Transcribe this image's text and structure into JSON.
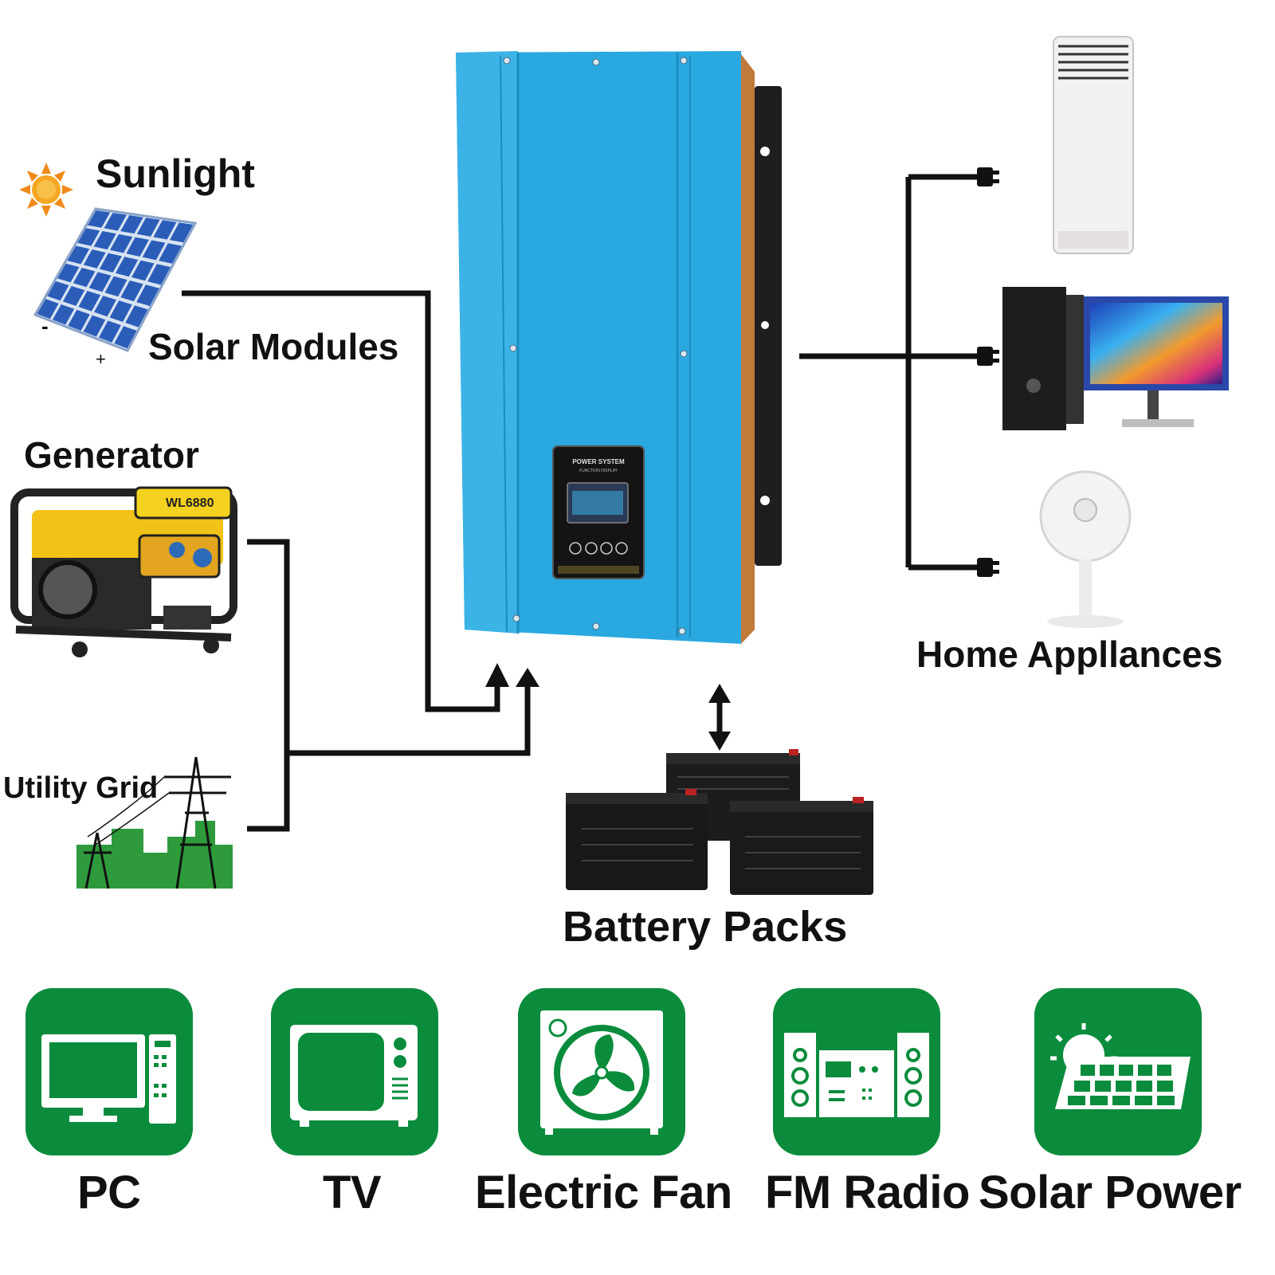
{
  "labels": {
    "sunlight": "Sunlight",
    "solar_modules": "Solar Modules",
    "generator": "Generator",
    "utility_grid": "Utility Grid",
    "battery_packs": "Battery Packs",
    "home_appliances": "Home Appllances"
  },
  "inverter_panel": {
    "brand": "POWER SYSTEM",
    "subtitle": "FUNCTION DISPLAY"
  },
  "generator_badge": "WL6880",
  "features": [
    {
      "label": "PC",
      "icon": "pc-icon"
    },
    {
      "label": "TV",
      "icon": "tv-icon"
    },
    {
      "label": "Electric Fan",
      "icon": "electric-fan-icon"
    },
    {
      "label": "FM Radio",
      "icon": "fm-radio-icon"
    },
    {
      "label": "Solar Power",
      "icon": "solar-power-icon"
    }
  ],
  "colors": {
    "inverter_blue": "#2aa8e0",
    "tile_green": "#0a8c3c",
    "panel_blue": "#2b5db8",
    "line": "#111111"
  }
}
